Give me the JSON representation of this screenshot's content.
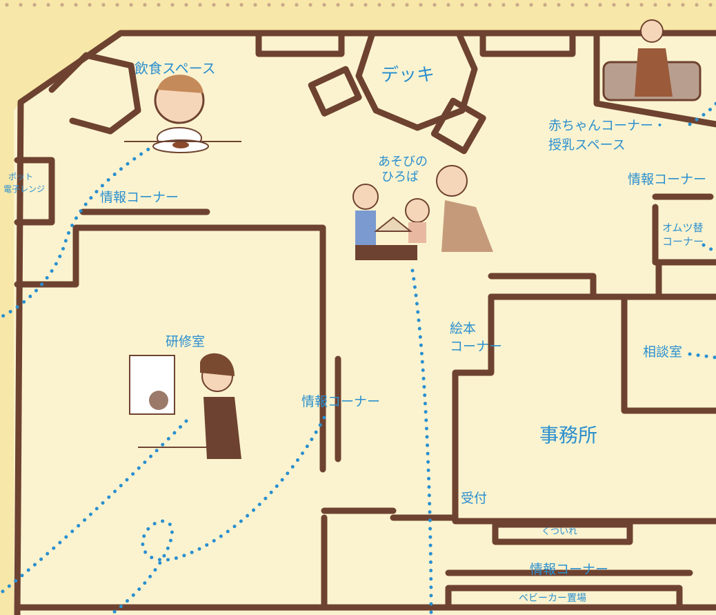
{
  "labels": {
    "dining": "飲食スペース",
    "deck": "デッキ",
    "baby_corner_1": "赤ちゃんコーナー・",
    "baby_corner_2": "授乳スペース",
    "info_corner_upper_right": "情報コーナー",
    "pot_1": "ポット",
    "pot_2": "電子レンジ",
    "info_corner_left": "情報コーナー",
    "play_area_1": "あそびの",
    "play_area_2": "ひろば",
    "diaper_1": "オムツ替",
    "diaper_2": "コーナー",
    "training_room": "研修室",
    "picture_book_1": "絵本",
    "picture_book_2": "コーナー",
    "consultation_room": "相談室",
    "info_corner_center": "情報コーナー",
    "office": "事務所",
    "reception": "受付",
    "partition": "くついれ",
    "info_corner_bottom": "情報コーナー",
    "stroller_area": "ベビーカー置場"
  },
  "colors": {
    "background": "#f7e7a8",
    "floor": "#fbf3cf",
    "wall": "#6e4230",
    "route": "#2a8fcf",
    "label": "#2a8fcf"
  },
  "icons": [
    "baby-eating-icon",
    "mother-nursing-icon",
    "children-playing-icon",
    "presenter-icon"
  ]
}
